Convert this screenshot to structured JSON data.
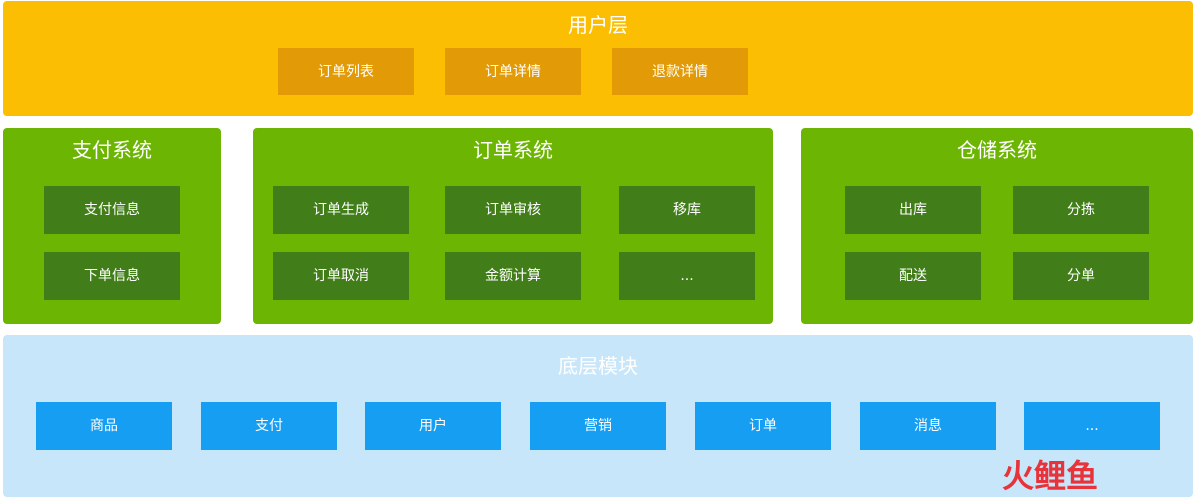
{
  "user_layer": {
    "title": "用户层",
    "items": [
      "订单列表",
      "订单详情",
      "退款详情"
    ]
  },
  "payment_system": {
    "title": "支付系统",
    "items": [
      "支付信息",
      "下单信息"
    ]
  },
  "order_system": {
    "title": "订单系统",
    "items": [
      "订单生成",
      "订单审核",
      "移库",
      "订单取消",
      "金额计算",
      "..."
    ]
  },
  "warehouse_system": {
    "title": "仓储系统",
    "items": [
      "出库",
      "分拣",
      "配送",
      "分单"
    ]
  },
  "base_layer": {
    "title": "底层模块",
    "items": [
      "商品",
      "支付",
      "用户",
      "营销",
      "订单",
      "消息",
      "..."
    ]
  },
  "watermark": {
    "text": "火鲤鱼"
  },
  "colors": {
    "user_layer_bg": "#fbbe03",
    "user_box_bg": "#e29a06",
    "system_bg": "#6cb503",
    "system_box_bg": "#417d18",
    "base_layer_bg": "#c8e6fa",
    "base_box_bg": "#169ef2",
    "watermark_red": "#e8333a"
  }
}
